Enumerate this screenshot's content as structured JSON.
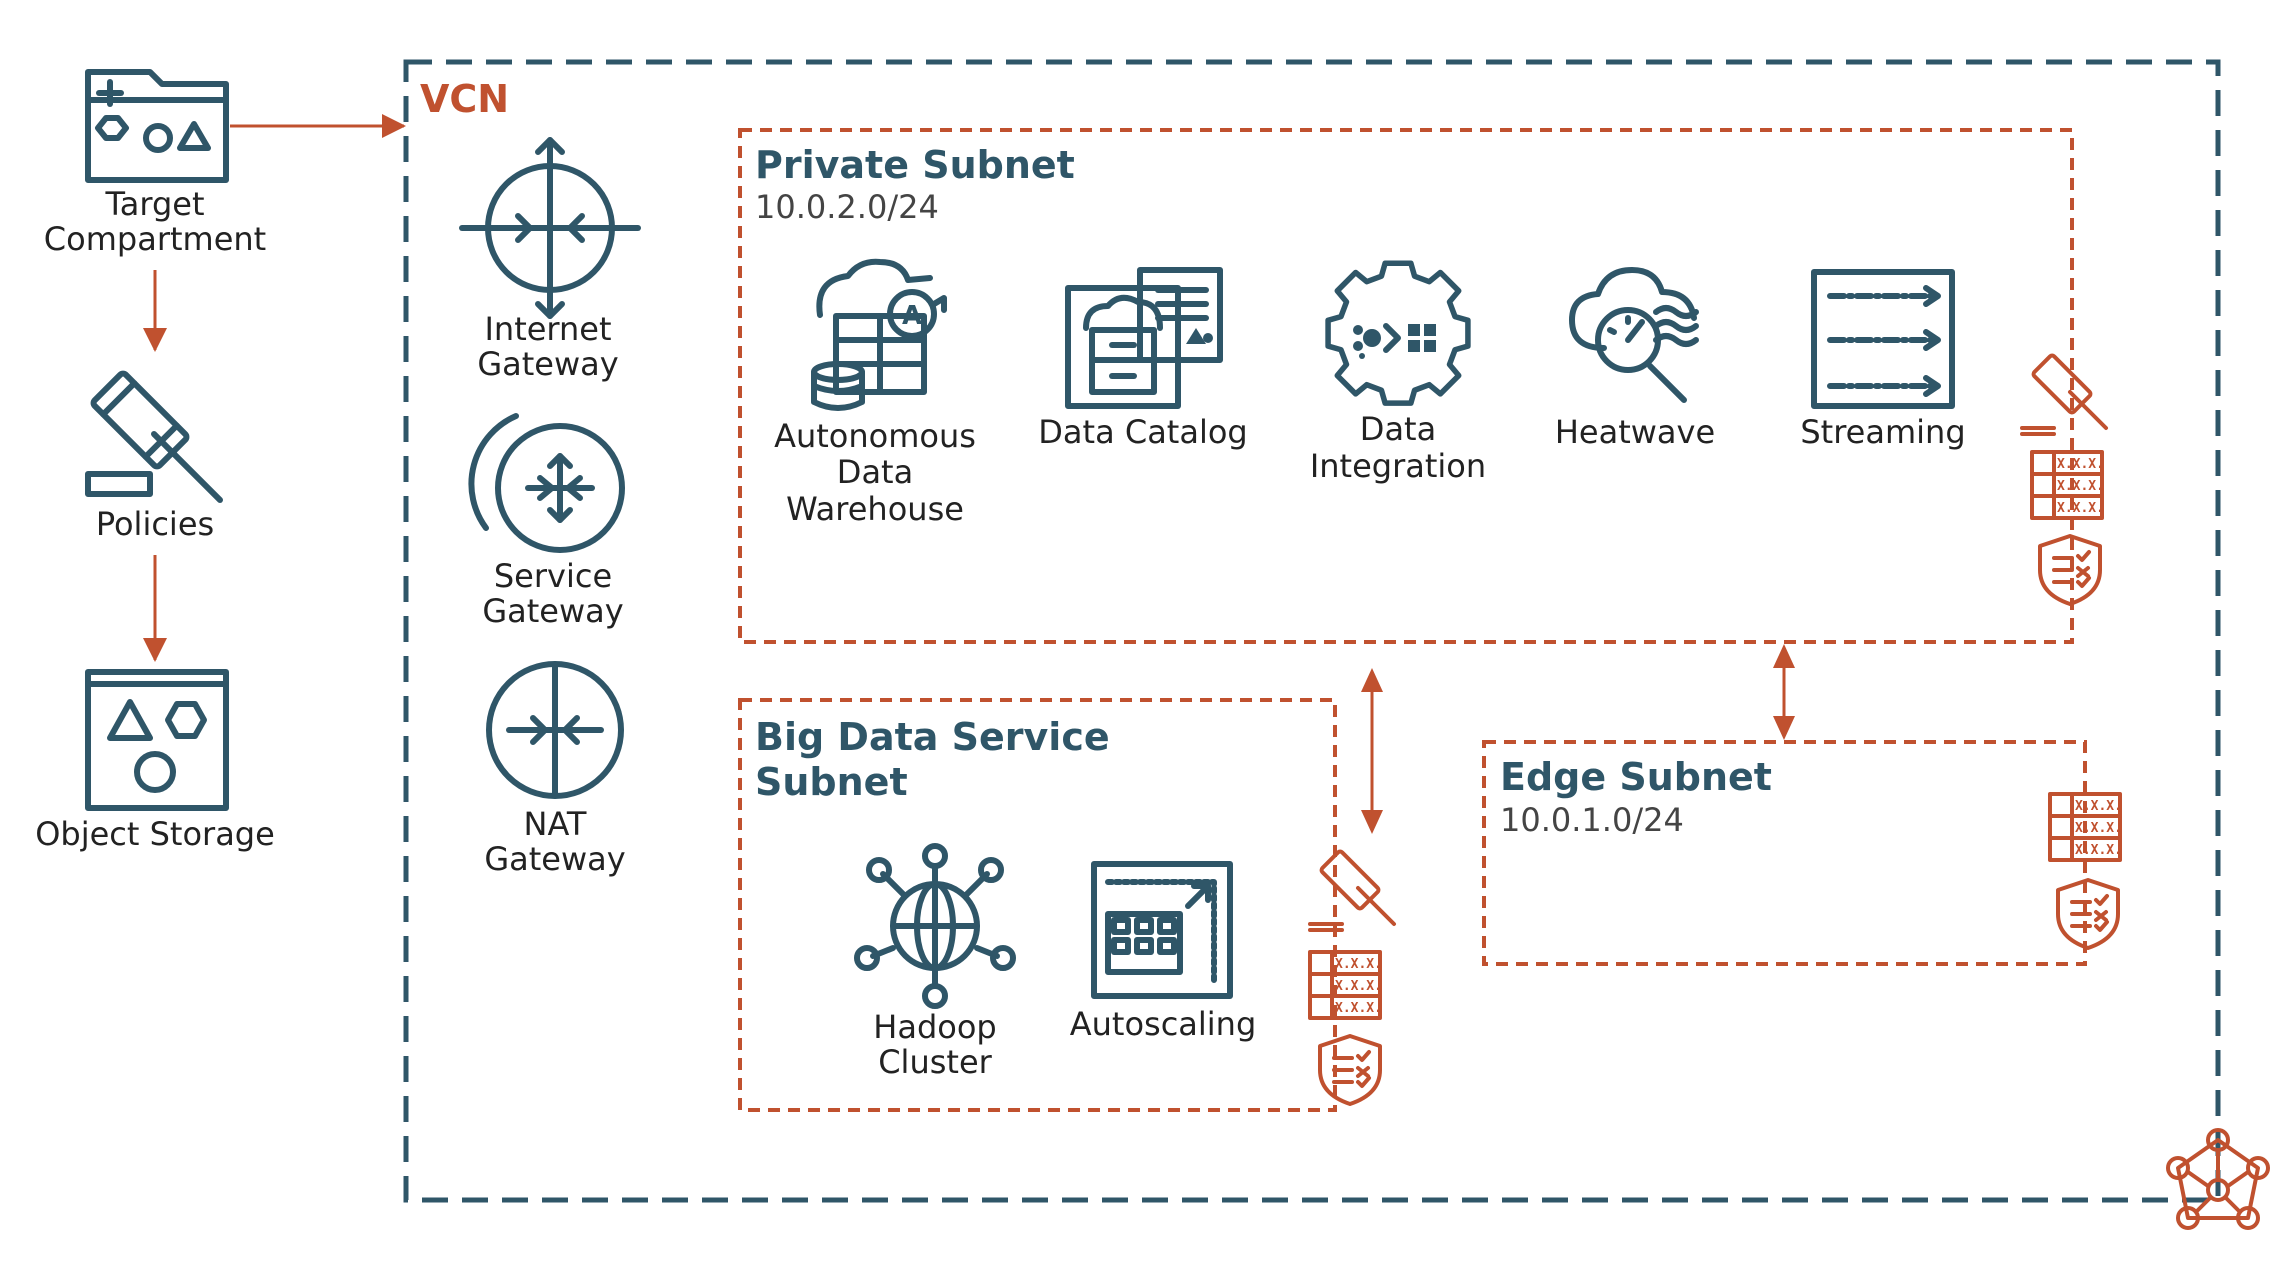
{
  "vcn": {
    "label": "VCN"
  },
  "left": {
    "target_compartment": {
      "line1": "Target",
      "line2": "Compartment"
    },
    "policies": {
      "label": "Policies"
    },
    "object_storage": {
      "label": "Object Storage"
    }
  },
  "gateways": {
    "internet": {
      "line1": "Internet",
      "line2": "Gateway"
    },
    "service": {
      "line1": "Service",
      "line2": "Gateway"
    },
    "nat": {
      "line1": "NAT",
      "line2": "Gateway"
    }
  },
  "private_subnet": {
    "title": "Private Subnet",
    "cidr": "10.0.2.0/24",
    "services": {
      "adw": {
        "line1": "Autonomous",
        "line2": "Data",
        "line3": "Warehouse"
      },
      "data_catalog": {
        "label": "Data Catalog"
      },
      "data_integration": {
        "line1": "Data",
        "line2": "Integration"
      },
      "heatwave": {
        "label": "Heatwave"
      },
      "streaming": {
        "label": "Streaming"
      }
    }
  },
  "bds_subnet": {
    "title_line1": "Big Data Service",
    "title_line2": "Subnet",
    "services": {
      "hadoop": {
        "line1": "Hadoop",
        "line2": "Cluster"
      },
      "autoscaling": {
        "label": "Autoscaling"
      }
    }
  },
  "edge_subnet": {
    "title": "Edge Subnet",
    "cidr": "10.0.1.0/24"
  },
  "security_list": {
    "cell": "X.X.X."
  },
  "colors": {
    "primary": "#2f5668",
    "accent": "#c0512f"
  }
}
